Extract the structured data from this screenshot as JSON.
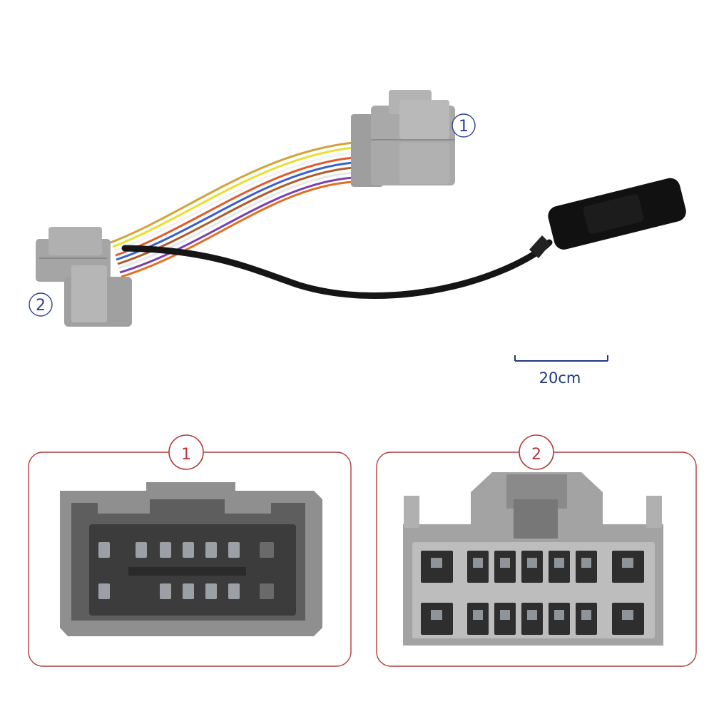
{
  "callouts": {
    "top_connector": "1",
    "left_connector": "2"
  },
  "scale_bar": {
    "label": "20cm"
  },
  "detail_panels": [
    {
      "label": "1"
    },
    {
      "label": "2"
    }
  ],
  "colors": {
    "connector_gray": "#a8a8a8",
    "cable_black": "#151515",
    "callout_blue": "#2a3f8f",
    "panel_border_red": "#b33a3a"
  }
}
